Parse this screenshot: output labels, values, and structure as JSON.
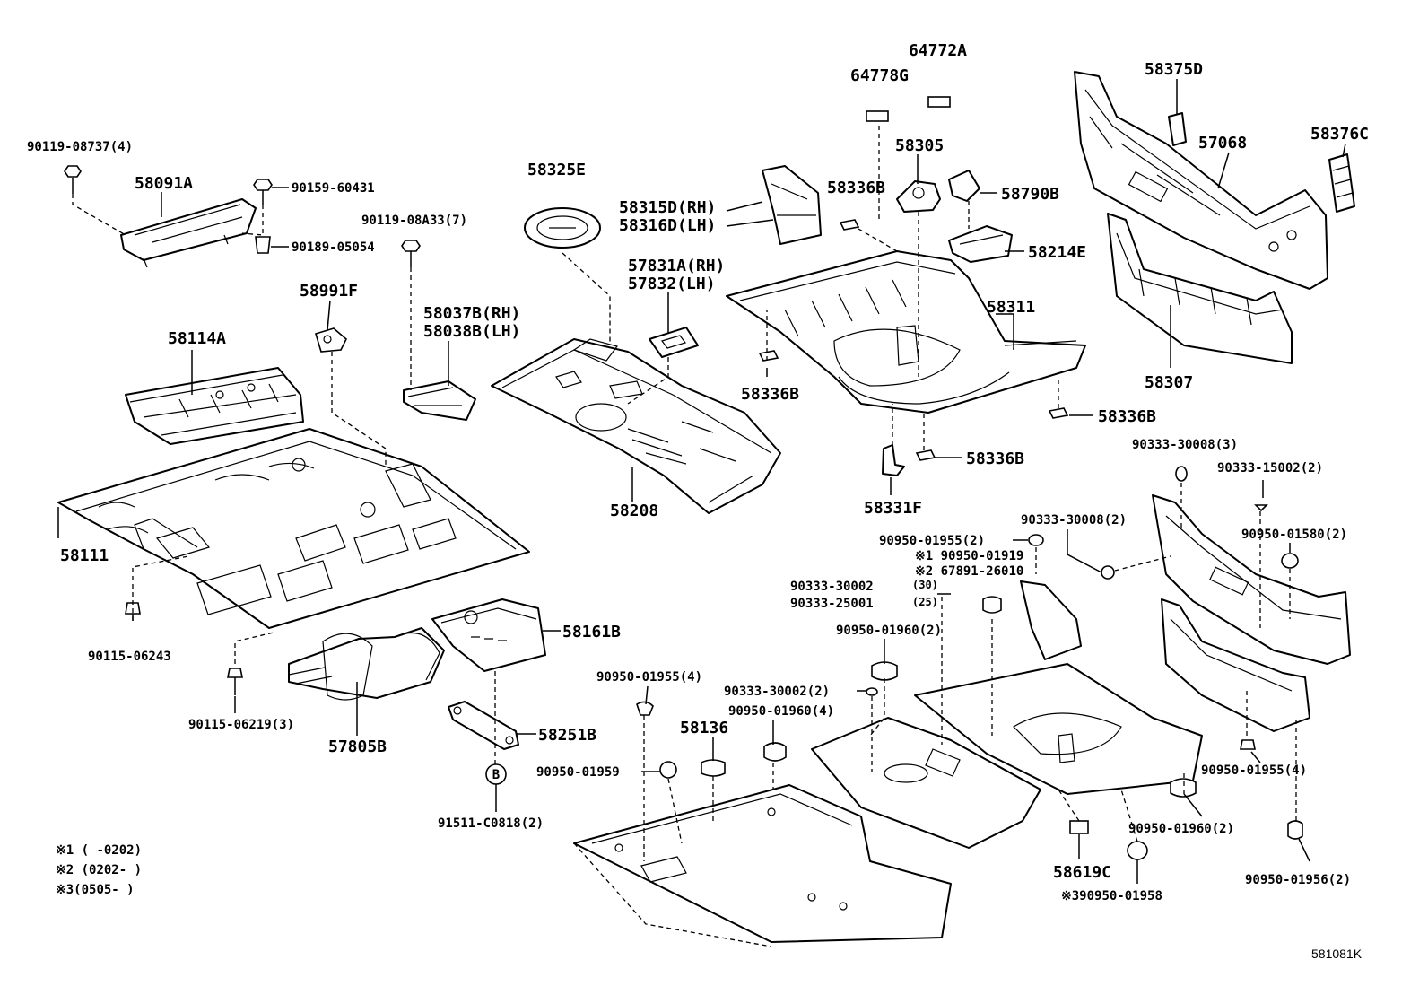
{
  "labels": {
    "p90119_08737": "90119-08737(4)",
    "p58091A": "58091A",
    "p90159_60431": "90159-60431",
    "p90189_05054": "90189-05054",
    "p90119_08A33": "90119-08A33(7)",
    "p58325E": "58325E",
    "p58315D": "58315D(RH)",
    "p58316D": "58316D(LH)",
    "p64778G": "64778G",
    "p64772A": "64772A",
    "p58305": "58305",
    "p58336B_top": "58336B",
    "p58790B": "58790B",
    "p58375D": "58375D",
    "p57068": "57068",
    "p58376C": "58376C",
    "p58214E": "58214E",
    "p58991F": "58991F",
    "p57831A": "57831A(RH)",
    "p57832": "57832(LH)",
    "p58037B": "58037B(RH)",
    "p58038B": "58038B(LH)",
    "p58114A": "58114A",
    "p58311": "58311",
    "p58336B_left": "58336B",
    "p58336B_right": "58336B",
    "p58307": "58307",
    "p58336B_bottom": "58336B",
    "p58208": "58208",
    "p58331F": "58331F",
    "p58111": "58111",
    "p90333_30008_3": "90333-30008(3)",
    "p90333_15002": "90333-15002(2)",
    "p90333_30008_2": "90333-30008(2)",
    "p90950_01955_2": "90950-01955(2)",
    "p90950_01919": "※1 90950-01919",
    "p67891_26010": "※2 67891-26010",
    "p90950_01580": "90950-01580(2)",
    "p90333_30002_30": "90333-30002",
    "p90333_30002_30_qty": "(30)",
    "p90333_25001": "90333-25001",
    "p90333_25001_qty": "(25)",
    "p90115_06243": "90115-06243",
    "p58161B": "58161B",
    "p90950_01960_2a": "90950-01960(2)",
    "p90950_01955_4a": "90950-01955(4)",
    "p90333_30002_2": "90333-30002(2)",
    "p90950_01960_4": "90950-01960(4)",
    "p90115_06219": "90115-06219(3)",
    "p57805B": "57805B",
    "p58136": "58136",
    "p58251B": "58251B",
    "p90950_01959": "90950-01959",
    "p90950_01955_4b": "90950-01955(4)",
    "p91511_C0818": "91511-C0818(2)",
    "p90950_01960_2b": "90950-01960(2)",
    "p58619C": "58619C",
    "p90950_01958": "※390950-01958",
    "p90950_01956": "90950-01956(2)",
    "callout_B": "B"
  },
  "legend": [
    "※1 (        -0202)",
    "※2 (0202-        )",
    "※3(0505-        )"
  ],
  "figure_code": "581081K"
}
